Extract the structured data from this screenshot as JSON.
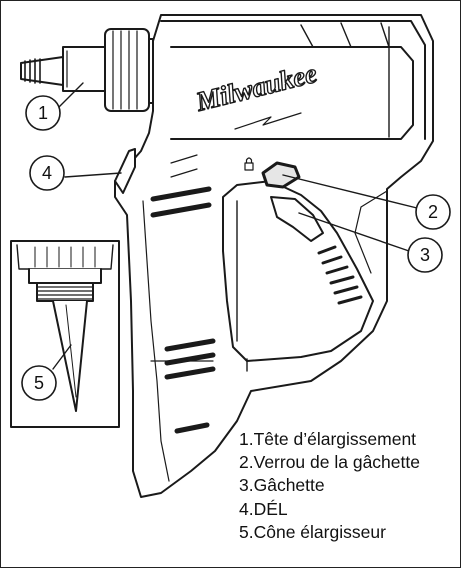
{
  "brand": "Milwaukee",
  "callouts": [
    {
      "num": "1",
      "target": "expander-head"
    },
    {
      "num": "2",
      "target": "trigger-lock"
    },
    {
      "num": "3",
      "target": "trigger"
    },
    {
      "num": "4",
      "target": "led"
    },
    {
      "num": "5",
      "target": "expander-cone"
    }
  ],
  "legend": [
    {
      "num": "1.",
      "label": "Tête d’élargissement"
    },
    {
      "num": "2.",
      "label": "Verrou de la gâchette"
    },
    {
      "num": "3.",
      "label": "Gâchette"
    },
    {
      "num": "4.",
      "label": "DÉL"
    },
    {
      "num": "5.",
      "label": "Cône élargisseur"
    }
  ],
  "colors": {
    "ink": "#1a1a1a",
    "fill": "#ffffff",
    "shade": "#e6e6e6"
  },
  "icons": {
    "lock": "padlock-icon"
  }
}
